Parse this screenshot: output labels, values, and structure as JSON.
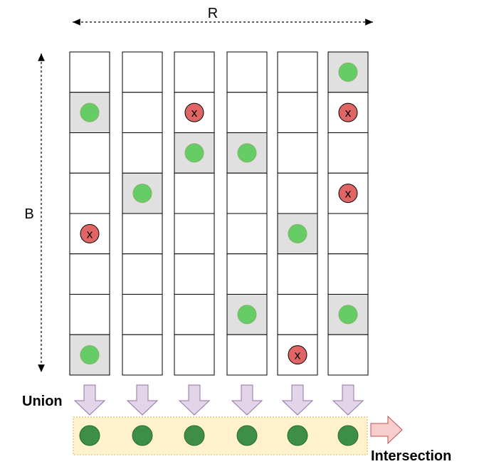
{
  "labels": {
    "r_axis": "R",
    "b_axis": "B",
    "union": "Union",
    "intersection": "Intersection"
  },
  "colors": {
    "cell_border": "#000000",
    "cell_fill": "#ffffff",
    "cell_hit_fill": "#e0e0e0",
    "hit_dot": "#66cc66",
    "miss_dot": "#e06666",
    "union_dot": "#3d8f45",
    "union_arrow": "#e1d5e7",
    "union_arrow_stroke": "#9673a6",
    "intersect_arrow": "#f8cecc",
    "intersect_arrow_stroke": "#b85450",
    "result_bar_fill": "#fff2cc",
    "result_bar_stroke": "#d6b656"
  },
  "miss_symbol": "x",
  "grid": {
    "columns": 6,
    "rows": 8,
    "cells": [
      [
        "",
        "",
        "",
        "",
        "",
        "hit"
      ],
      [
        "hit",
        "",
        "miss",
        "",
        "",
        "miss"
      ],
      [
        "",
        "",
        "hit",
        "hit",
        "",
        ""
      ],
      [
        "",
        "hit",
        "",
        "",
        "",
        "miss"
      ],
      [
        "miss",
        "",
        "",
        "",
        "hit",
        ""
      ],
      [
        "",
        "",
        "",
        "",
        "",
        ""
      ],
      [
        "",
        "",
        "",
        "hit",
        "",
        "hit"
      ],
      [
        "hit",
        "",
        "",
        "",
        "miss",
        ""
      ]
    ]
  },
  "result_dots": 6
}
